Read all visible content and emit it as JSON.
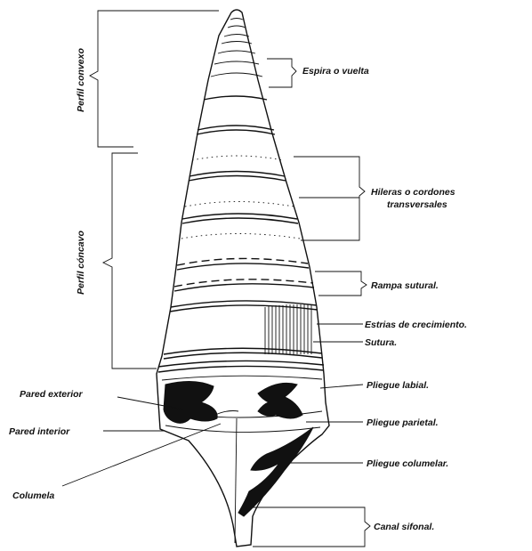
{
  "diagram": {
    "profile_labels": {
      "convex": "Perfil convexo",
      "concave": "Perfil cóncavo"
    },
    "right_labels": {
      "spire": "Espira o vuelta",
      "rows_line1": "Hileras o cordones",
      "rows_line2": "transversales",
      "sutural_ramp": "Rampa sutural.",
      "growth_striae": "Estrias de crecimiento.",
      "suture": "Sutura.",
      "labial_fold": "Pliegue labial.",
      "parietal_fold": "Pliegue parietal.",
      "columellar_fold": "Pliegue columelar.",
      "siphonal_canal": "Canal sifonal."
    },
    "left_labels": {
      "outer_wall": "Pared exterior",
      "inner_wall": "Pared interior",
      "columella": "Columela"
    },
    "colors": {
      "ink": "#111111",
      "paper": "#ffffff"
    }
  }
}
